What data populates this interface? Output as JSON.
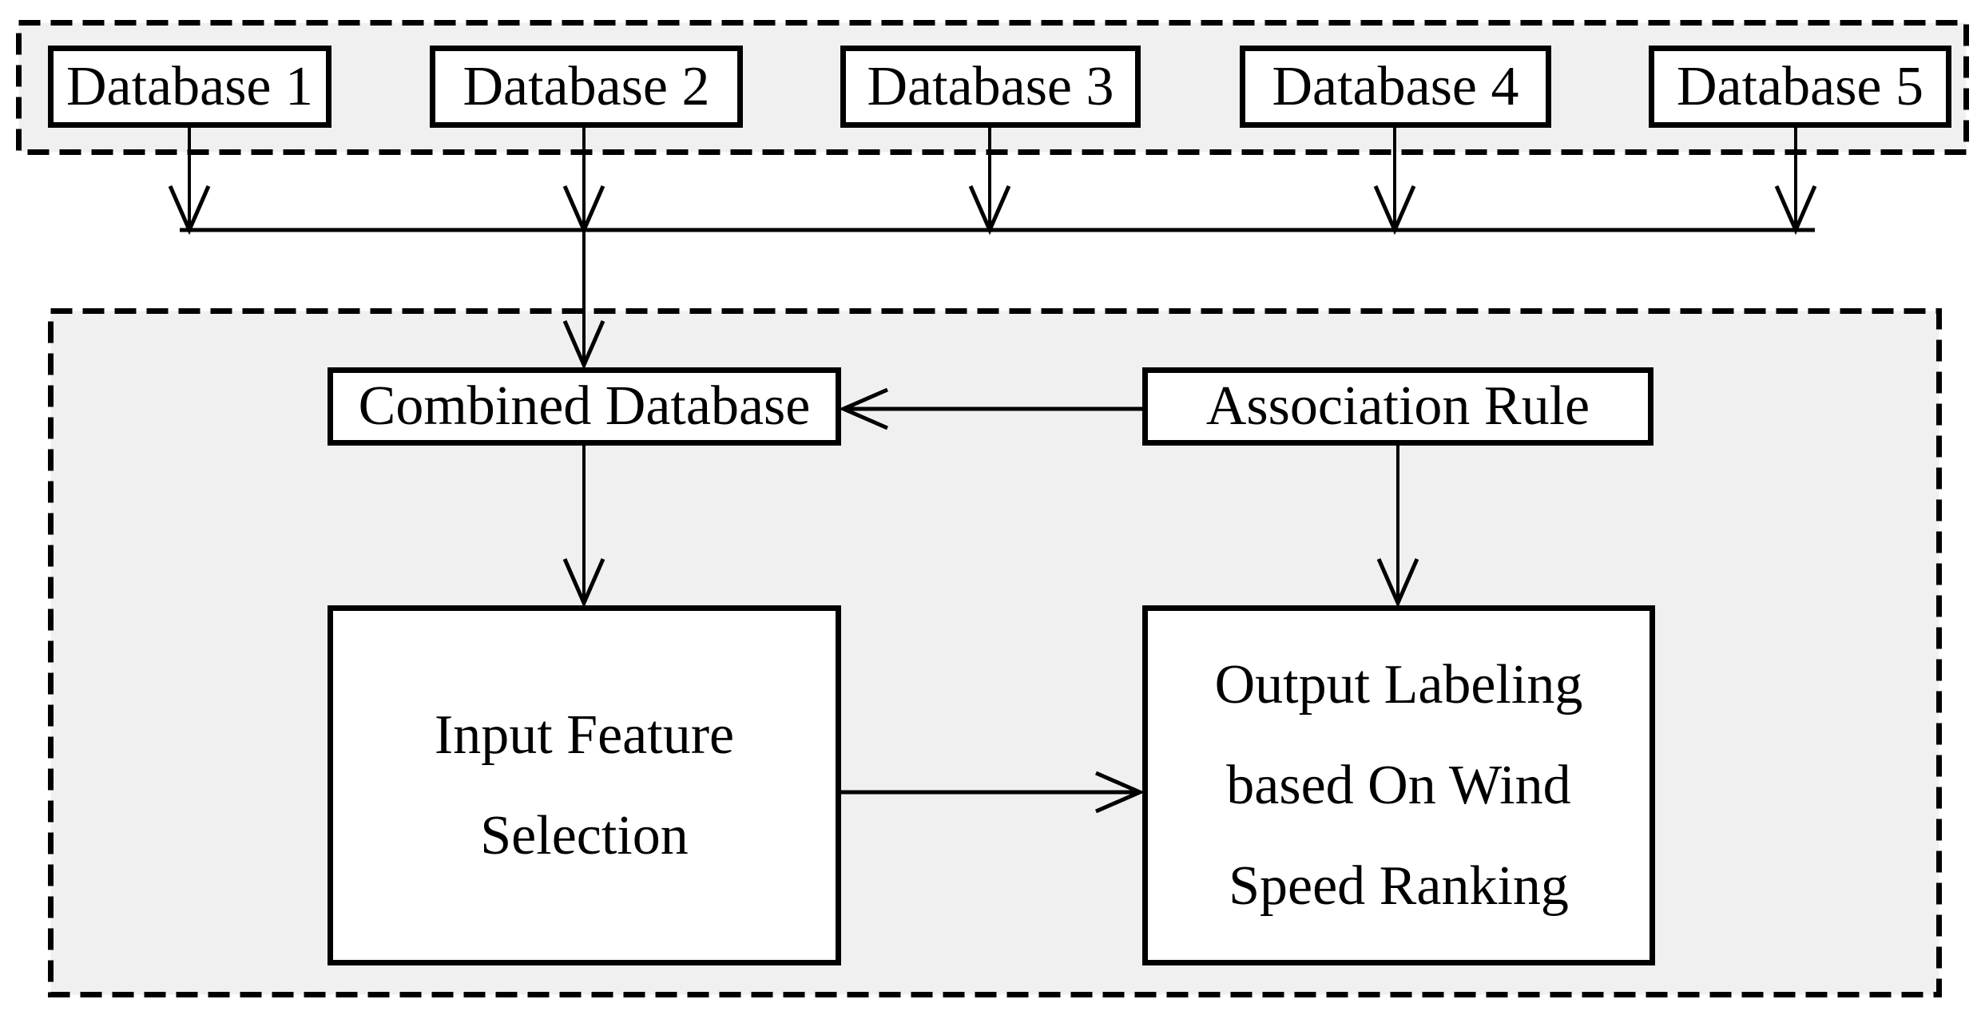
{
  "diagram": {
    "databases": [
      {
        "label": "Database 1"
      },
      {
        "label": "Database 2"
      },
      {
        "label": "Database 3"
      },
      {
        "label": "Database 4"
      },
      {
        "label": "Database 5"
      }
    ],
    "nodes": {
      "combined_database": {
        "label": "Combined Database"
      },
      "association_rule": {
        "label": "Association Rule"
      },
      "input_feature_selection": {
        "label": "Input Feature\nSelection"
      },
      "output_labeling": {
        "label": "Output Labeling\nbased On Wind\nSpeed Ranking"
      }
    },
    "colors": {
      "container_fill": "#f0f0f0",
      "box_fill": "#ffffff",
      "line": "#000000"
    }
  }
}
